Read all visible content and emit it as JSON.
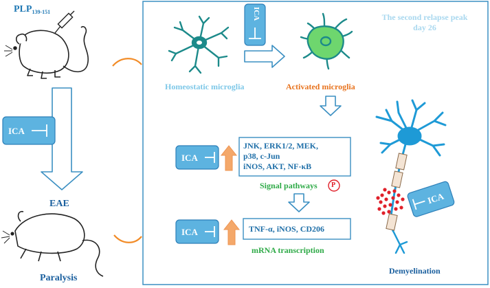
{
  "left_panel": {
    "antigen_label": "PLP",
    "antigen_subscript": "139-151",
    "eae_label": "EAE",
    "paralysis_label": "Paralysis",
    "inhibitor_label": "ICA"
  },
  "main_panel": {
    "relapse_line1": "The second relapse peak",
    "relapse_line2": "day 26",
    "homeostatic_label": "Homeostatic microglia",
    "activated_label": "Activated microglia",
    "inhibitor_top": "ICA",
    "inhibitor_signal": "ICA",
    "inhibitor_mrna": "ICA",
    "inhibitor_neuron": "ICA",
    "signal_box": {
      "line1": "JNK,  ERK1/2, MEK,",
      "line2": "p38,  c-Jun",
      "line3": "iNOS, AKT, NF-κB"
    },
    "signal_label": "Signal pathways",
    "phospho_symbol": "P",
    "mrna_box": "TNF-α, iNOS, CD206",
    "mrna_label": "mRNA transcription",
    "demyelination_label": "Demyelination"
  },
  "colors": {
    "frame": "#3a8fc2",
    "ica_fill": "#5db3e0",
    "ica_border": "#2d7fb8",
    "arrow_outline": "#3a8fc2",
    "up_arrow": "#f4a86a",
    "connector": "#f28c28",
    "microglia": "#1c8a8a",
    "activated": "#6ed66e",
    "neuron": "#1e9ad6",
    "myelin_red": "#e0202a",
    "phospho": "#e0202a"
  }
}
